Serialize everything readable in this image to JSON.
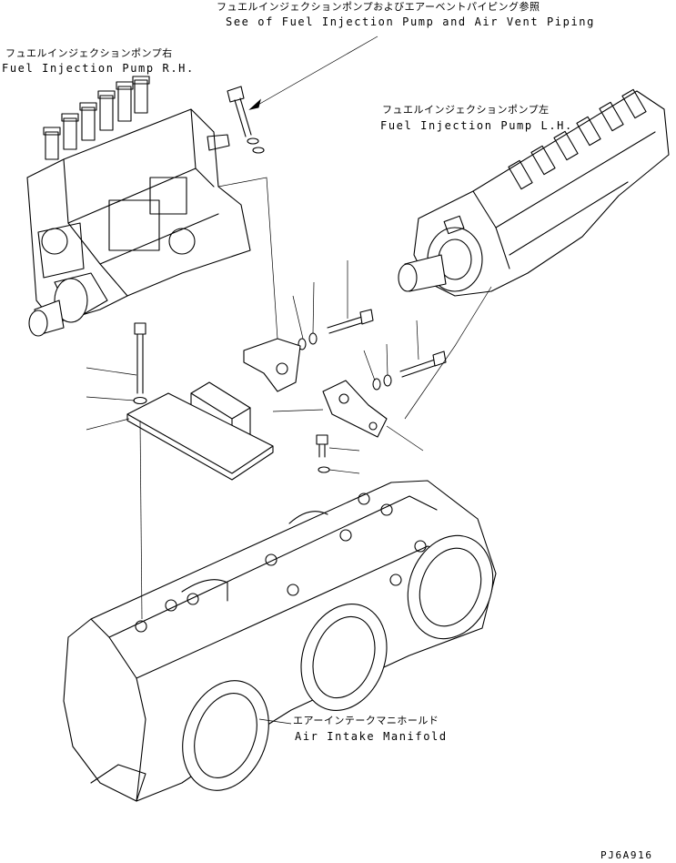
{
  "labels": {
    "see_ref_jp": "フュエルインジェクションポンプおよびエアーベントパイピング参照",
    "see_ref_en": "See of Fuel Injection Pump and Air Vent Piping",
    "pump_rh_jp": "フュエルインジェクションポンプ右",
    "pump_rh_en": "Fuel Injection Pump R.H.",
    "pump_lh_jp": "フュエルインジェクションポンプ左",
    "pump_lh_en": "Fuel Injection Pump L.H.",
    "manifold_jp": "エアーインテークマニホールド",
    "manifold_en": "Air Intake Manifold",
    "drawing_code": "PJ6A916"
  }
}
